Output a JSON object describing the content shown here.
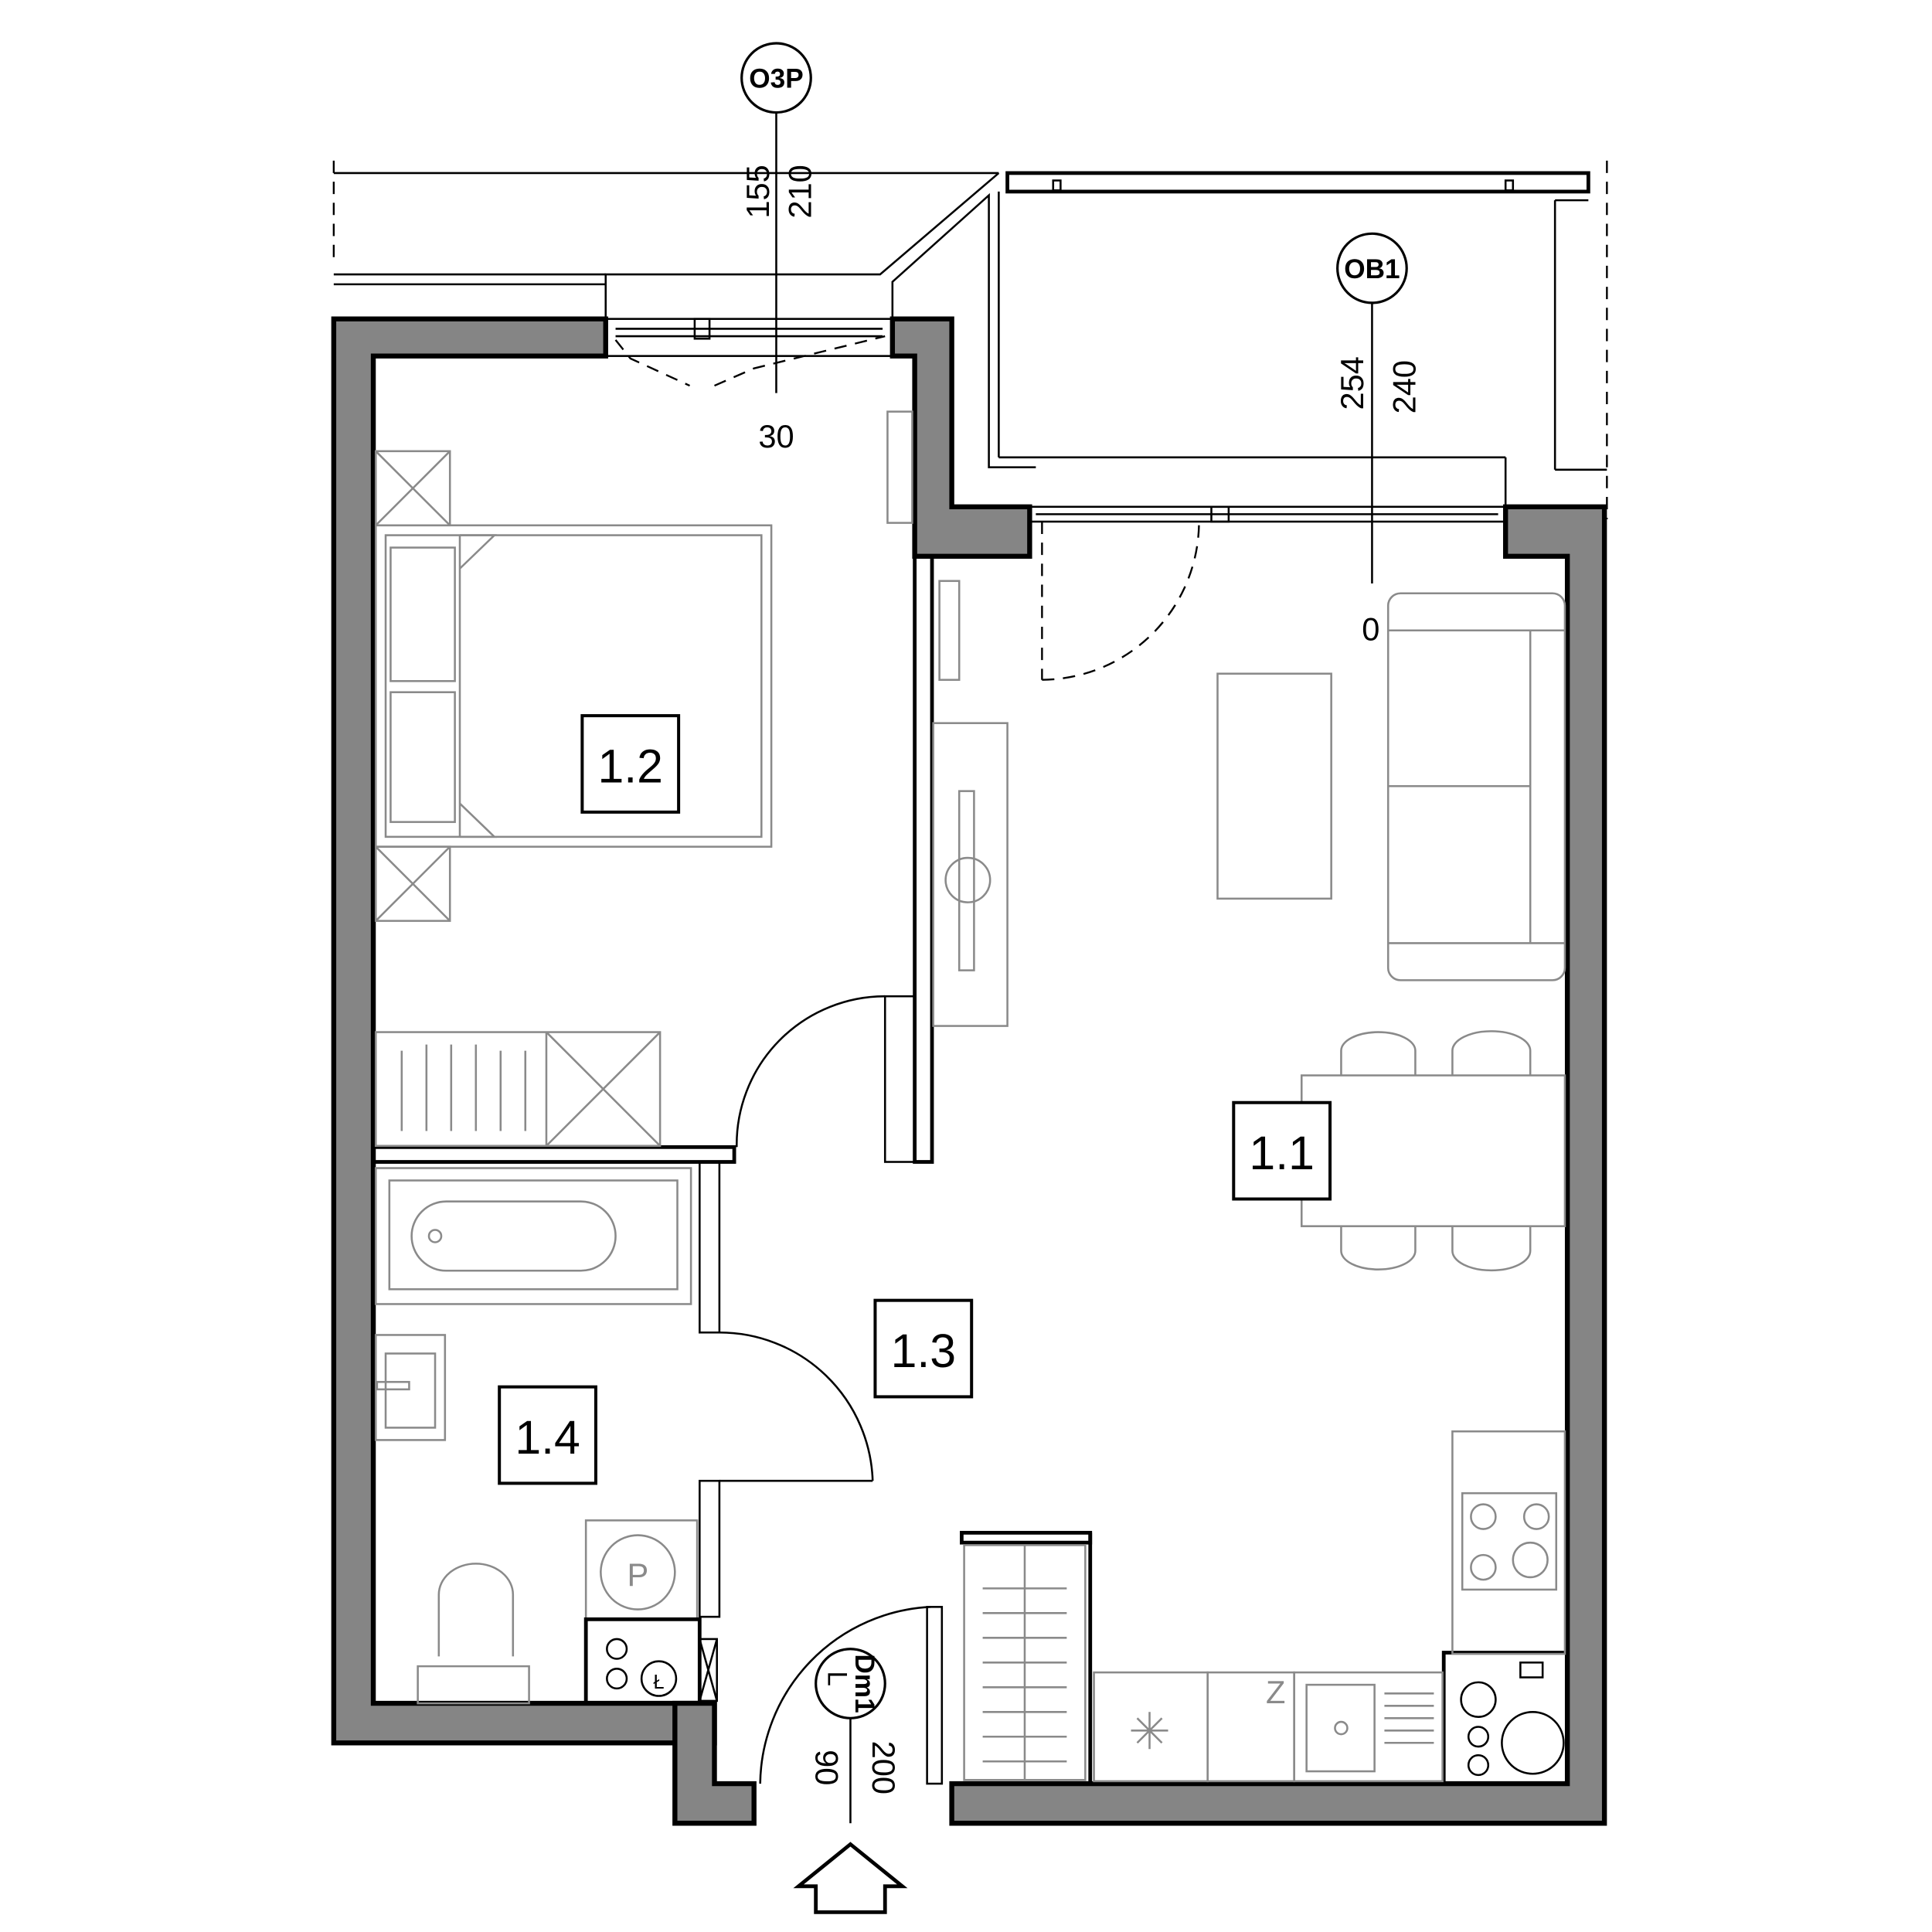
{
  "rooms": [
    {
      "id": "1.1"
    },
    {
      "id": "1.2"
    },
    {
      "id": "1.3"
    },
    {
      "id": "1.4"
    }
  ],
  "window_tags": {
    "o3p": {
      "label": "O3P",
      "dim_a": "155",
      "dim_b": "210",
      "sill": "30"
    },
    "ob1": {
      "label": "OB1",
      "dim_a": "254",
      "dim_b": "240",
      "sill": "0"
    }
  },
  "door_tag": {
    "label": "Dm1",
    "hand": "L",
    "width": "90",
    "height": "200"
  },
  "fixtures": {
    "washer": "P",
    "boiler": "Ł",
    "fridge": "Z"
  },
  "colors": {
    "wall": "#858585",
    "furniture": "#8a8a8a"
  }
}
